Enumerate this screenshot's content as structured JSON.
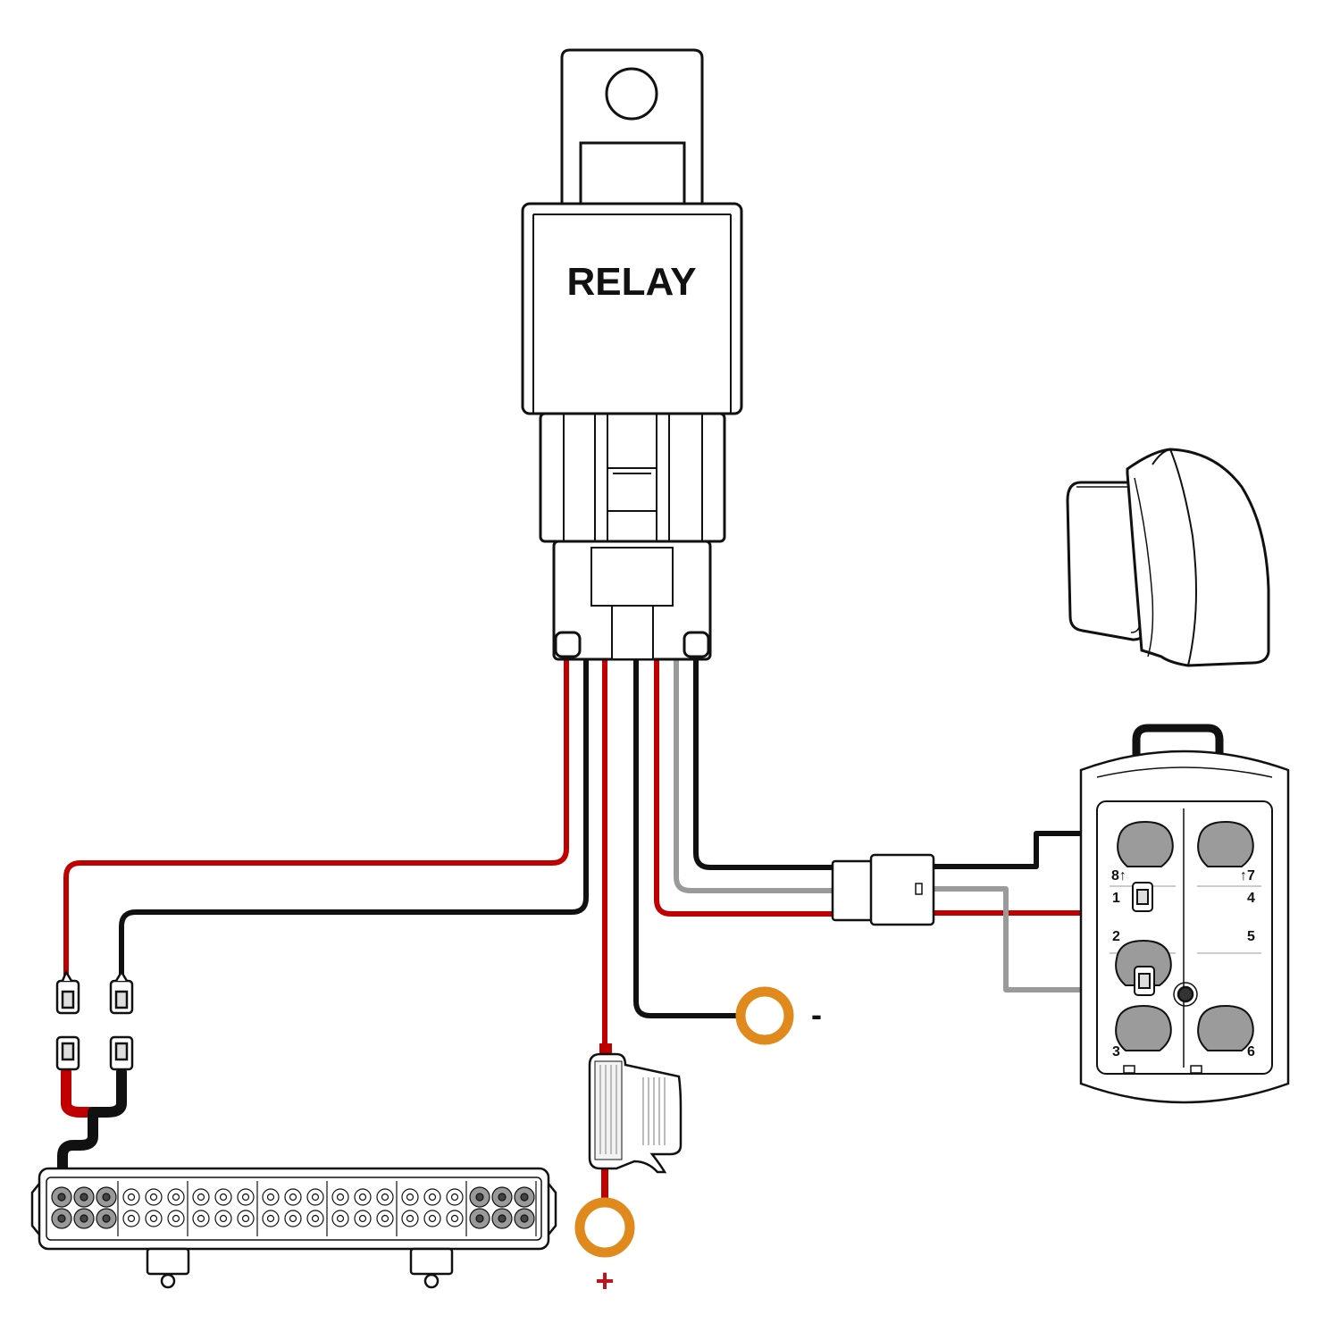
{
  "relay": {
    "label": "RELAY"
  },
  "terminals": {
    "negative_label": "-",
    "positive_label": "+"
  },
  "switch": {
    "pins": {
      "p8": "8↑",
      "p7": "↑7",
      "p1": "1",
      "p4": "4",
      "p2": "2",
      "p5": "5",
      "p3": "3",
      "p6": "6"
    }
  },
  "colors": {
    "wire_red": "#c00000",
    "wire_black": "#111111",
    "wire_gray": "#9a9a9a",
    "ring_terminal": "#e08a1e",
    "positive_sign": "#c0141c",
    "negative_sign": "#111111",
    "outline": "#111111"
  },
  "icons": [
    "relay-icon",
    "rocker-switch-icon",
    "switch-back-icon",
    "fuse-holder-icon",
    "led-light-bar-icon",
    "ring-terminal-icon",
    "spade-connector-icon",
    "wire-connector-icon"
  ]
}
